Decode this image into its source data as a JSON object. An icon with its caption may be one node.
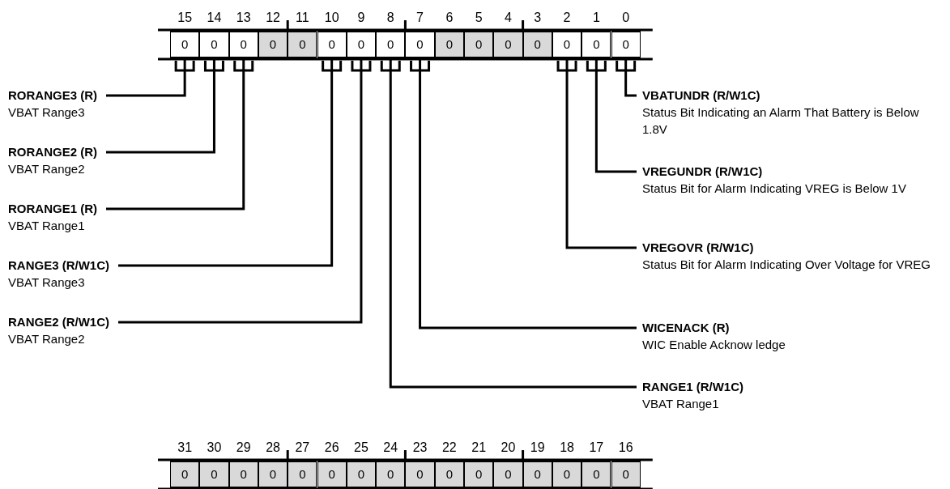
{
  "diagram": {
    "nodes": [
      {
        "text": [
          "0"
        ],
        "beside": [
          "15"
        ]
      },
      {
        "text": [
          "0"
        ],
        "beside": [
          "14"
        ]
      },
      {
        "text": [
          "0"
        ],
        "beside": [
          "13"
        ]
      },
      {
        "text": [
          "0"
        ],
        "beside": [
          "12"
        ]
      },
      {
        "text": [
          "0"
        ],
        "beside": [
          "11"
        ]
      },
      {
        "text": [
          "0"
        ],
        "beside": [
          "10"
        ]
      },
      {
        "text": [
          "0"
        ],
        "beside": [
          "9"
        ]
      },
      {
        "text": [
          "0"
        ],
        "beside": [
          "8"
        ]
      },
      {
        "text": [
          "0"
        ],
        "beside": [
          "7"
        ]
      },
      {
        "text": [
          "0"
        ],
        "beside": [
          "6"
        ]
      },
      {
        "text": [
          "0"
        ],
        "beside": [
          "5"
        ]
      },
      {
        "text": [
          "0"
        ],
        "beside": [
          "4"
        ]
      },
      {
        "text": [
          "0"
        ],
        "beside": [
          "3"
        ]
      },
      {
        "text": [
          "0"
        ],
        "beside": [
          "2"
        ]
      },
      {
        "text": [
          "0"
        ],
        "beside": [
          "1"
        ]
      },
      {
        "text": [
          "0"
        ],
        "beside": [
          "0"
        ]
      },
      {
        "text": [
          "RORANGE3 (R)",
          "VBAT Range3"
        ]
      },
      {
        "text": [
          "VBATUNDR (R/W1C)",
          "Status Bit Indicating an Alarm That Battery is Below 1.8V"
        ]
      },
      {
        "text": [
          "RORANGE2 (R)",
          "VBAT Range2"
        ]
      },
      {
        "text": [
          "VREGUNDR (R/W1C)",
          "Status Bit for Alarm Indicating VREG is Below 1V"
        ]
      },
      {
        "text": [
          "RORANGE1 (R)",
          "VBAT Range1"
        ]
      },
      {
        "text": [
          "VREGOVR (R/W1C)",
          "Status Bit for Alarm Indicating Over Voltage for VREG"
        ]
      },
      {
        "text": [
          "RANGE3 (R/W1C)",
          "VBAT Range3"
        ]
      },
      {
        "text": [
          "RANGE2 (R/W1C)",
          "VBAT Range2"
        ]
      },
      {
        "text": [
          "WICENACK (R)",
          "WIC Enable Acknow ledge"
        ]
      },
      {
        "text": [
          "RANGE1 (R/W1C)",
          "VBAT Range1"
        ]
      },
      {
        "text": [
          "0"
        ],
        "beside": [
          "31"
        ]
      },
      {
        "text": [
          "0"
        ],
        "beside": [
          "30"
        ]
      },
      {
        "text": [
          "0"
        ],
        "beside": [
          "29"
        ]
      },
      {
        "text": [
          "0"
        ],
        "beside": [
          "28"
        ]
      },
      {
        "text": [
          "0"
        ],
        "beside": [
          "27"
        ]
      },
      {
        "text": [
          "0"
        ],
        "beside": [
          "26"
        ]
      },
      {
        "text": [
          "0"
        ],
        "beside": [
          "25"
        ]
      },
      {
        "text": [
          "0"
        ],
        "beside": [
          "24"
        ]
      },
      {
        "text": [
          "0"
        ],
        "beside": [
          "23"
        ]
      },
      {
        "text": [
          "0"
        ],
        "beside": [
          "22"
        ]
      },
      {
        "text": [
          "0"
        ],
        "beside": [
          "21"
        ]
      },
      {
        "text": [
          "0"
        ],
        "beside": [
          "20"
        ]
      },
      {
        "text": [
          "0"
        ],
        "beside": [
          "19"
        ]
      },
      {
        "text": [
          "0"
        ],
        "beside": [
          "18"
        ]
      },
      {
        "text": [
          "0"
        ],
        "beside": [
          "17"
        ]
      },
      {
        "text": [
          "0"
        ],
        "beside": [
          "16"
        ]
      }
    ],
    "edges": [
      {
        "from": 16,
        "to": 0,
        "arrow": "none"
      },
      {
        "from": 17,
        "to": 15,
        "arrow": "none"
      },
      {
        "from": 18,
        "to": 1,
        "arrow": "none"
      },
      {
        "from": 19,
        "to": 14,
        "arrow": "none"
      },
      {
        "from": 20,
        "to": 2,
        "arrow": "none"
      },
      {
        "from": 21,
        "to": 13,
        "arrow": "none"
      },
      {
        "from": 22,
        "to": 5,
        "arrow": "none"
      },
      {
        "from": 23,
        "to": 6,
        "arrow": "none"
      },
      {
        "from": 24,
        "to": 8,
        "arrow": "none"
      },
      {
        "from": 25,
        "to": 7,
        "arrow": "none"
      }
    ]
  }
}
